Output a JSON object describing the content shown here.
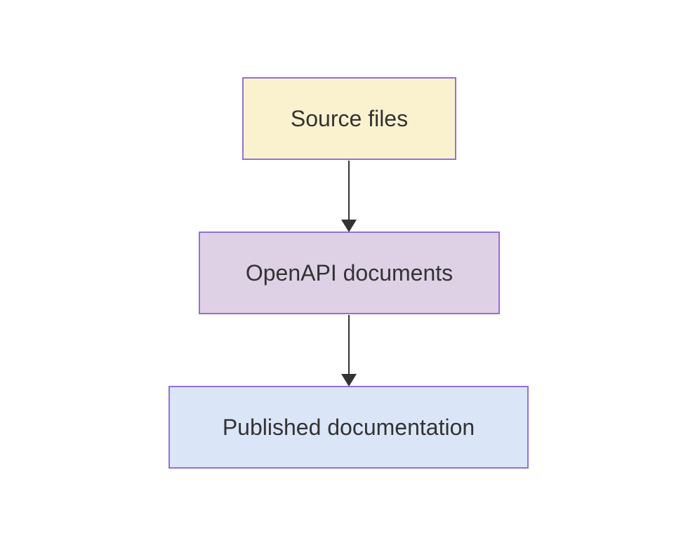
{
  "diagram": {
    "type": "flowchart",
    "direction": "top-down",
    "background_color": "#ffffff",
    "node_border_color": "#9370db",
    "text_color": "#333333",
    "edge_color": "#333333",
    "nodes": [
      {
        "id": "source",
        "label": "Source files",
        "fill": "#faf2ce",
        "border": "#9370db"
      },
      {
        "id": "openapi",
        "label": "OpenAPI documents",
        "fill": "#ded1e6",
        "border": "#9370db"
      },
      {
        "id": "published",
        "label": "Published documentation",
        "fill": "#dbe5f8",
        "border": "#9370db"
      }
    ],
    "edges": [
      {
        "from": "source",
        "to": "openapi",
        "color": "#333333",
        "style": "solid-arrow"
      },
      {
        "from": "openapi",
        "to": "published",
        "color": "#333333",
        "style": "solid-arrow"
      }
    ]
  }
}
